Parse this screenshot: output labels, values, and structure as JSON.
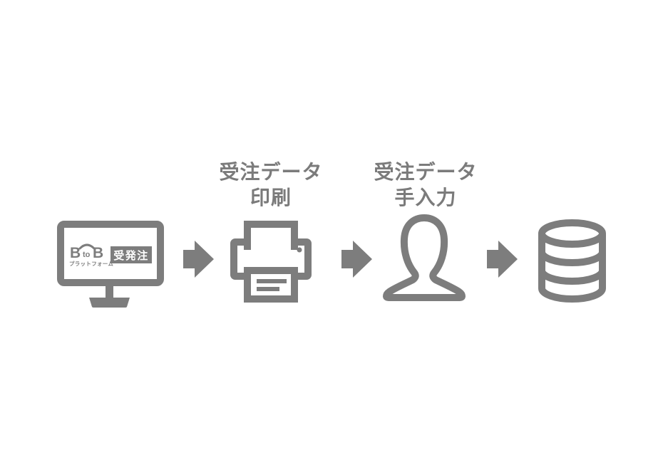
{
  "colors": {
    "background": "#ffffff",
    "icon_gray": "#7d7d7d",
    "label_text": "#7b7b7b",
    "badge_background": "#7d7d7d",
    "badge_text": "#ffffff"
  },
  "flow": {
    "monitor": {
      "logo_b_left": "B",
      "logo_to": "to",
      "logo_b_right": "B",
      "logo_subtitle": "プラットフォーム",
      "logo_badge": "受発注"
    },
    "printer_step": {
      "label_line1": "受注データ",
      "label_line2": "印刷"
    },
    "person_step": {
      "label_line1": "受注データ",
      "label_line2": "手入力"
    }
  }
}
